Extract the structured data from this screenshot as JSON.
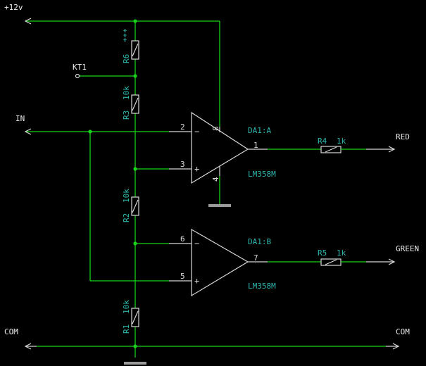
{
  "nets": {
    "vcc": "+12v",
    "input": "IN",
    "testpoint": "KT1",
    "com_left": "COM",
    "com_right": "COM",
    "red": "RED",
    "green": "GREEN"
  },
  "resistors": {
    "r6": {
      "ref": "R6",
      "value": "***"
    },
    "r3": {
      "ref": "R3",
      "value": "10k"
    },
    "r2": {
      "ref": "R2",
      "value": "10k"
    },
    "r1": {
      "ref": "R1",
      "value": "10k"
    },
    "r4": {
      "ref": "R4",
      "value": "1k"
    },
    "r5": {
      "ref": "R5",
      "value": "1k"
    }
  },
  "opamps": {
    "a": {
      "ref": "DA1:A",
      "part": "LM358M",
      "pin_inv": "2",
      "pin_noninv": "3",
      "pin_out": "1",
      "pin_vcc": "8",
      "pin_gnd": "4",
      "sign_inv": "−",
      "sign_noninv": "+"
    },
    "b": {
      "ref": "DA1:B",
      "part": "LM358M",
      "pin_inv": "6",
      "pin_noninv": "5",
      "pin_out": "7",
      "sign_inv": "−",
      "sign_noninv": "+"
    }
  }
}
